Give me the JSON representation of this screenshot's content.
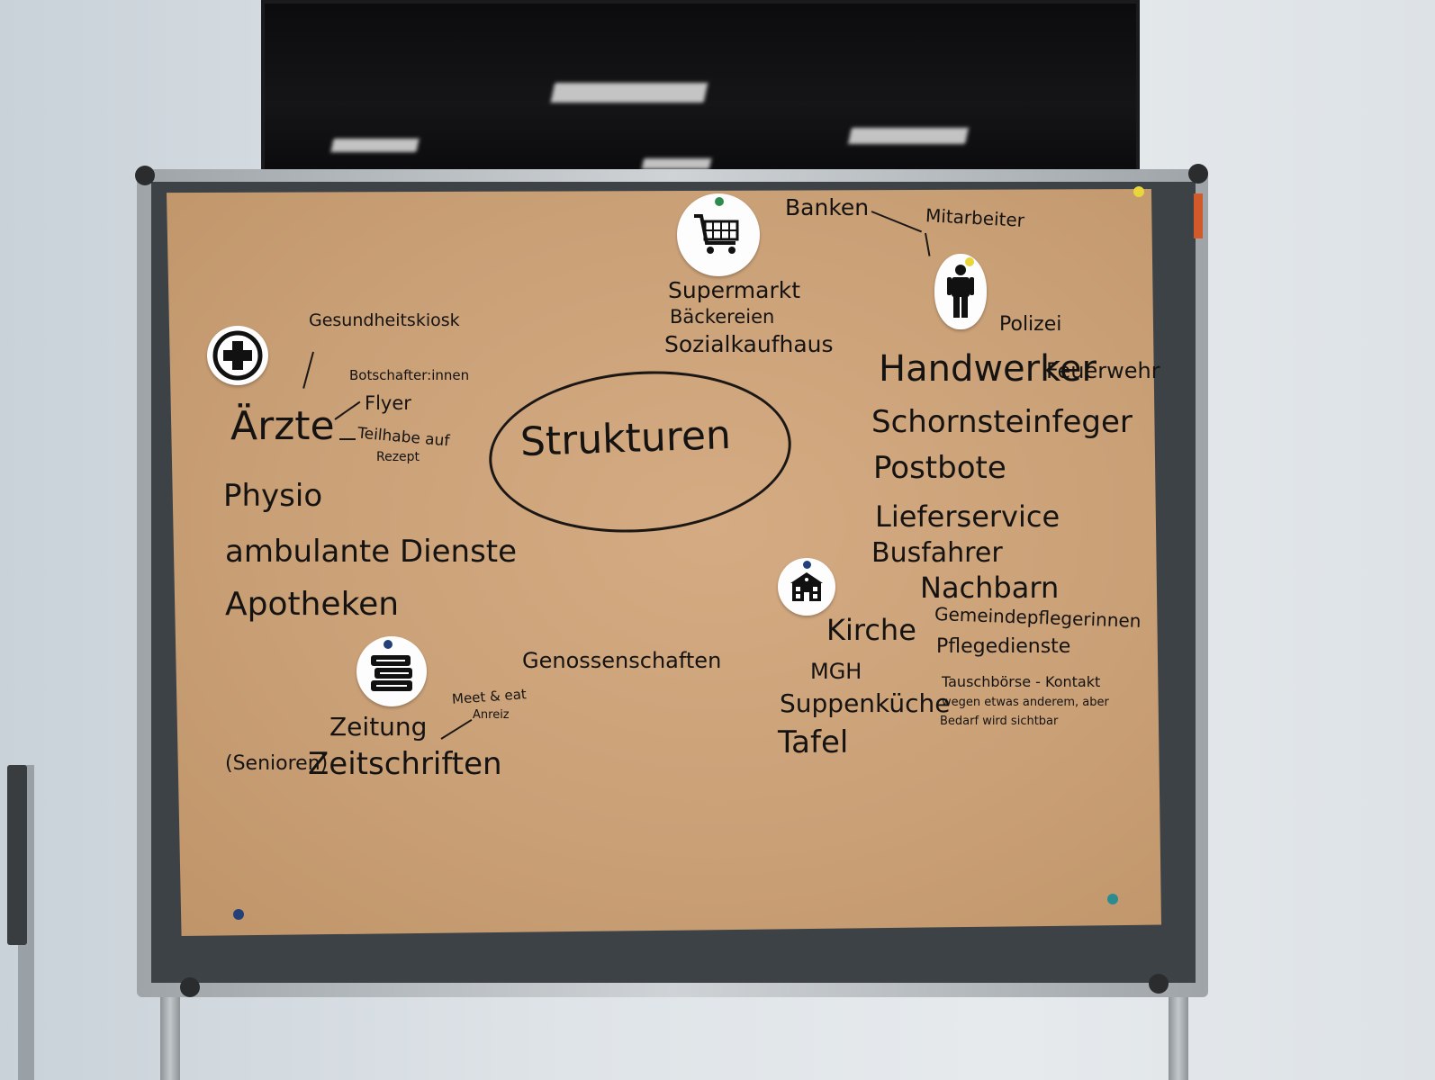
{
  "board": {
    "center": "Strukturen",
    "health": {
      "kiosk": "Gesundheitskiosk",
      "ambassadors": "Botschafter:innen",
      "flyer": "Flyer",
      "doctors": "Ärzte",
      "participation": "Teilhabe auf",
      "prescription": "Rezept",
      "physio": "Physio",
      "ambulant": "ambulante Dienste",
      "pharmacies": "Apotheken"
    },
    "shopping": {
      "supermarket": "Supermarkt",
      "bakeries": "Bäckereien",
      "social_store": "Sozialkaufhaus"
    },
    "banks": {
      "banks": "Banken",
      "staff": "Mitarbeiter"
    },
    "services": {
      "police": "Polizei",
      "craftsmen": "Handwerker",
      "fire": "Feuerwehr",
      "chimney": "Schornsteinfeger",
      "postman": "Postbote",
      "delivery": "Lieferservice",
      "bus": "Busfahrer",
      "neighbors": "Nachbarn",
      "community_nurses": "Gemeindepflegerinnen",
      "care_services": "Pflegedienste",
      "exchange": "Tauschbörse - Kontakt",
      "exchange_2": "wegen etwas anderem, aber",
      "exchange_3": "Bedarf wird sichtbar"
    },
    "community": {
      "church": "Kirche",
      "mgh": "MGH",
      "soup_kitchen": "Suppenküche",
      "food_bank": "Tafel",
      "cooperatives": "Genossenschaften"
    },
    "media": {
      "meet_eat": "Meet & eat",
      "meet_eat_2": "Anreiz",
      "newspaper": "Zeitung",
      "seniors": "(Senioren)",
      "magazines": "Zeitschriften"
    }
  },
  "icons": [
    "plus-icon",
    "shopping-cart-icon",
    "person-icon",
    "school-building-icon",
    "books-icon"
  ],
  "colors": {
    "paper": "#caa077",
    "felt": "#3d4247",
    "ink": "#151312"
  }
}
